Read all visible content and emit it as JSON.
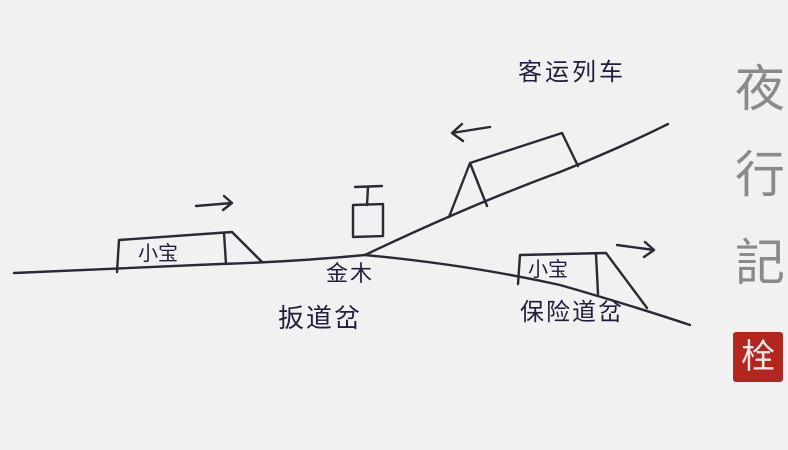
{
  "labels": {
    "left_cabin": "小宝",
    "junction_top": "金木",
    "junction_bottom": "扳道岔",
    "right_cabin": "小宝",
    "safety_switch": "保险道岔",
    "passenger_train": "客运列车"
  },
  "calligraphy": {
    "char1": "夜",
    "char2": "行",
    "char3": "記"
  },
  "seal": {
    "text": "栓",
    "color": "#b3251f"
  },
  "colors": {
    "ink": "#2a2a34",
    "text_ink": "#1f1f3a",
    "background": "#f1f1f1",
    "calligraphy_gray": "#8a8a8a"
  }
}
